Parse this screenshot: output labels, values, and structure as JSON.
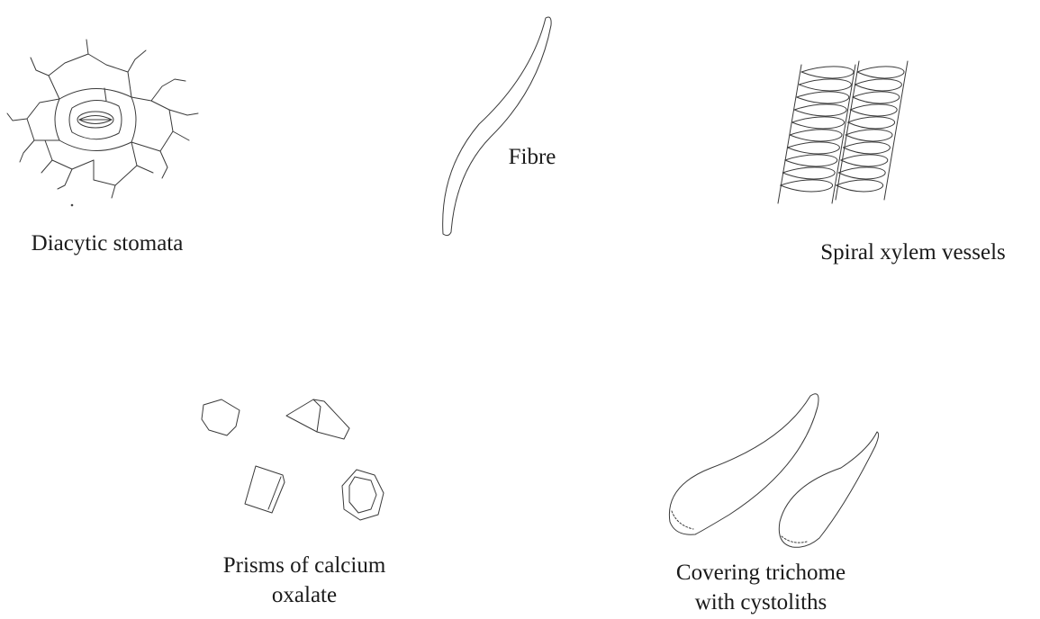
{
  "figure": {
    "illustrations": [
      {
        "id": "diacytic-stomata",
        "label_lines": [
          "Diacytic stomata"
        ]
      },
      {
        "id": "fibre",
        "label_lines": [
          "Fibre"
        ]
      },
      {
        "id": "spiral-xylem-vessels",
        "label_lines": [
          "Spiral xylem vessels"
        ]
      },
      {
        "id": "prisms-of-calcium-oxalate",
        "label_lines": [
          "Prisms of calcium",
          "oxalate"
        ]
      },
      {
        "id": "covering-trichome",
        "label_lines": [
          "Covering trichome",
          "with cystoliths"
        ]
      }
    ],
    "line_color": "#3a3a3a"
  }
}
